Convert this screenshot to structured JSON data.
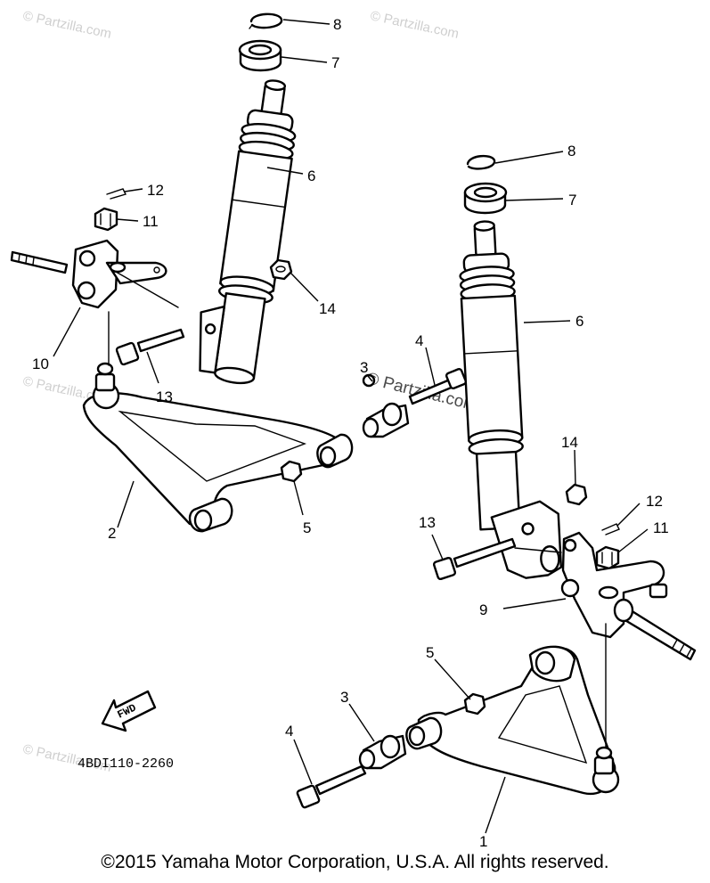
{
  "watermark": {
    "text": "© Partzilla.com"
  },
  "callouts": {
    "c1": "1",
    "c2": "2",
    "c3a": "3",
    "c3b": "3",
    "c4a": "4",
    "c4b": "4",
    "c5a": "5",
    "c5b": "5",
    "c6a": "6",
    "c6b": "6",
    "c7a": "7",
    "c7b": "7",
    "c8a": "8",
    "c8b": "8",
    "c9": "9",
    "c10": "10",
    "c11a": "11",
    "c11b": "11",
    "c12a": "12",
    "c12b": "12",
    "c13a": "13",
    "c13b": "13",
    "c14a": "14",
    "c14b": "14"
  },
  "fwd_label": "FWD",
  "diagram_ref": "4BDI110-2260",
  "copyright": "©2015 Yamaha Motor Corporation, U.S.A. All rights reserved."
}
